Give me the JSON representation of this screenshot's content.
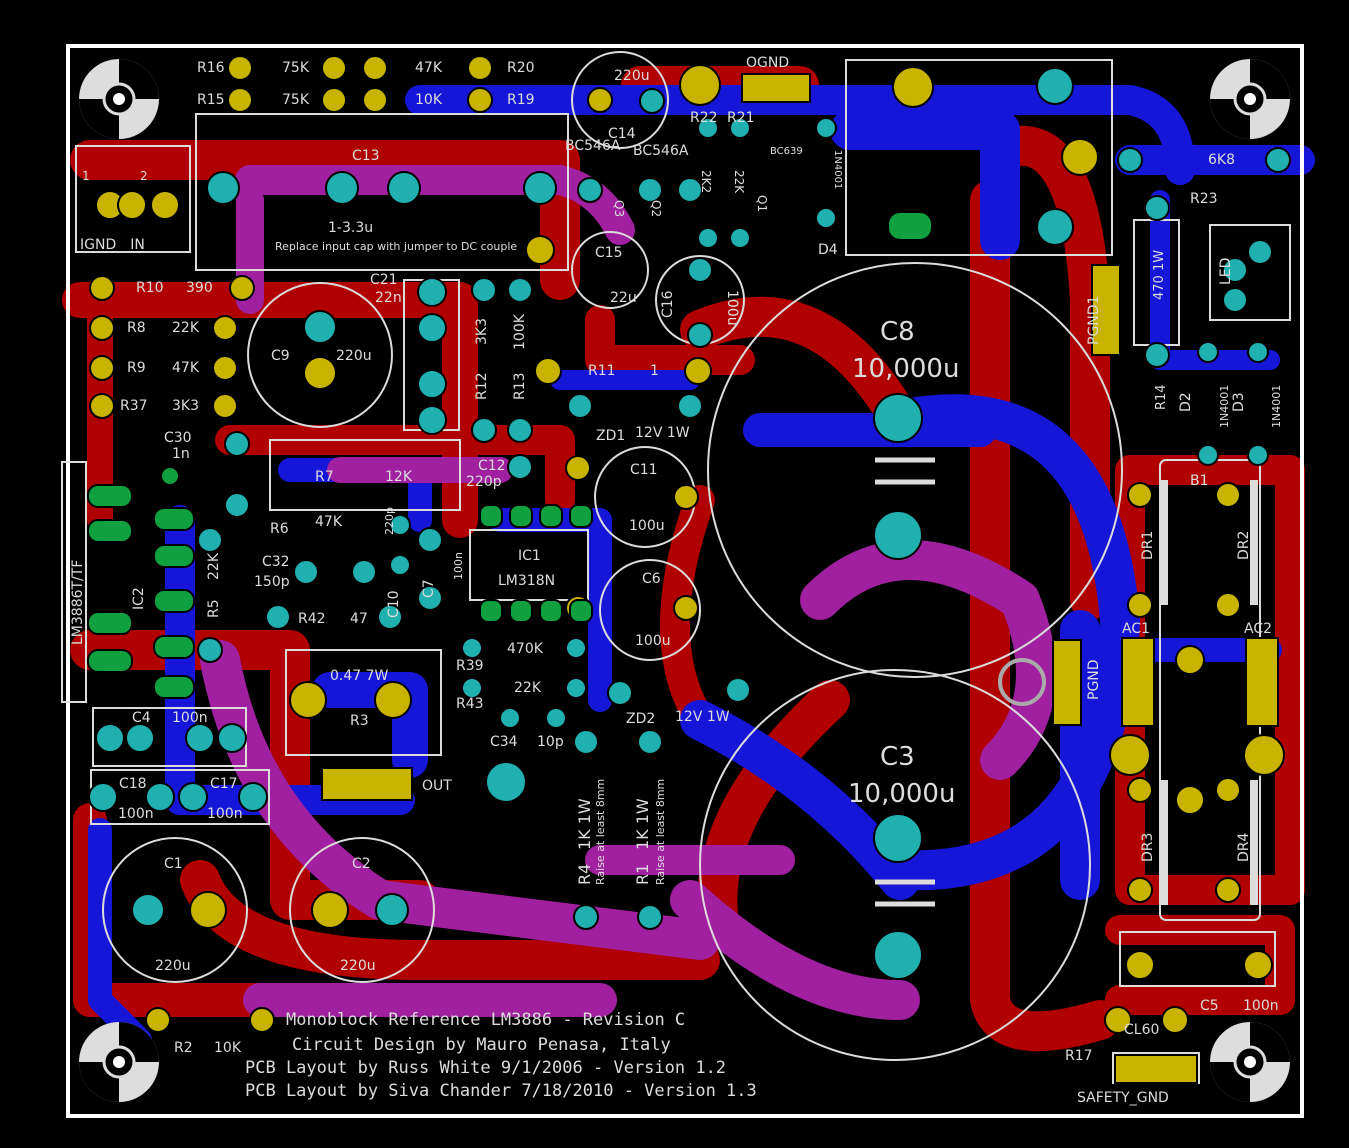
{
  "colors": {
    "background": "#000000",
    "outline": "#ffffff",
    "top_copper": "#b00000",
    "bottom_copper": "#1616d8",
    "overlap": "#a020a0",
    "pad_ring": "#c8b400",
    "pad_cyan": "#20b0b0",
    "pad_green": "#10a040",
    "silk": "#dcdcdc"
  },
  "labels": {
    "r16": "R16",
    "r15": "R15",
    "r20": "R20",
    "r19": "R19",
    "r16_val": "75K",
    "r15_val": "75K",
    "r20_val": "47K",
    "r19_val": "10K",
    "c14_val": "220u",
    "c14": "C14",
    "bc546a_1": "BC546A",
    "bc546a_2": "BC546A",
    "q3": "Q3",
    "q2": "Q2",
    "q1": "Q1",
    "bc639": "BC639",
    "r22": "R22",
    "r21": "R21",
    "r22_val": "2K2",
    "r21_val": "22K",
    "d4": "D4",
    "d4_val": "1N4001",
    "ognd": "OGND",
    "c13": "C13",
    "c13_val": "1-3.3u",
    "c13_note": "Replace input cap with jumper to DC couple",
    "ignd_in": "IGND__IN",
    "pin1": "1",
    "pin2": "2",
    "r10": "R10",
    "r10_val": "390",
    "r8": "R8",
    "r8_val": "22K",
    "r9": "R9",
    "r9_val": "47K",
    "r37": "R37",
    "r37_val": "3K3",
    "c9": "C9",
    "c9_val": "220u",
    "c21": "C21",
    "c21_val": "22n",
    "r12": "R12",
    "r12_val": "3K3",
    "r13": "R13",
    "r13_val": "100K",
    "c15": "C15",
    "c15_val": "22u",
    "c16": "C16",
    "c16_val": "100u",
    "r11": "R11",
    "r11_val": "1",
    "zd1": "ZD1",
    "zd1_val": "12V 1W",
    "c30": "C30",
    "c30_val": "1n",
    "r7": "R7",
    "r7_val": "12K",
    "c12": "C12",
    "c12_val": "220p",
    "c11": "C11",
    "c11_val": "100u",
    "r6": "R6",
    "r6_val": "47K",
    "c10": "C10",
    "c10_val": "220p",
    "c7": "C7",
    "c7_val": "100n",
    "ic1": "IC1",
    "ic1_val": "LM318N",
    "ic2": "IC2",
    "ic2_val": "LM3886T/TF",
    "r5": "R5",
    "r5_val": "22K",
    "c32": "C32",
    "c32_val": "150p",
    "r42": "R42",
    "r42_val": "47",
    "c6": "C6",
    "c6_val": "100u",
    "r39": "R39",
    "r39_val": "470K",
    "r43": "R43",
    "r43_val": "22K",
    "c34": "C34",
    "c34_val": "10p",
    "zd2": "ZD2",
    "zd2_val": "12V 1W",
    "r3": "R3",
    "r3_val": "0.47 7W",
    "c4": "C4",
    "c4_val": "100n",
    "c18": "C18",
    "c18_val": "100n",
    "c17": "C17",
    "c17_val": "100n",
    "out": "OUT",
    "r4": "R4",
    "r4_val": "1K 1W",
    "r4_note": "Raise at least 8mm",
    "r1": "R1",
    "r1_val": "1K 1W",
    "r1_note": "Raise at least 8mm",
    "c1": "C1",
    "c1_val": "220u",
    "c2": "C2",
    "c2_val": "220u",
    "c8": "C8",
    "c8_val": "10,000u",
    "c3": "C3",
    "c3_val": "10,000u",
    "r23": "R23",
    "r23_val": "6K8",
    "r14": "R14",
    "r14_val": "470 1W",
    "led": "LED",
    "pgnd1": "PGND1",
    "pgnd": "PGND",
    "d2": "D2",
    "d3": "D3",
    "d2_val": "1N4001",
    "d3_val": "1N4001",
    "b1": "B1",
    "dr1": "DR1",
    "dr2": "DR2",
    "dr3": "DR3",
    "dr4": "DR4",
    "ac1": "AC1",
    "ac2": "AC2",
    "c5": "C5",
    "c5_val": "100n",
    "r17": "R17",
    "cl60": "CL60",
    "safety_gnd": "SAFETY_GND",
    "r2": "R2",
    "r2_val": "10K"
  },
  "credits": {
    "line1": "Monoblock Reference LM3886 - Revision C",
    "line2": "Circuit Design by Mauro Penasa, Italy",
    "line3": "PCB Layout by Russ White 9/1/2006 - Version 1.2",
    "line4": "PCB Layout by Siva Chander 7/18/2010 - Version 1.3"
  }
}
